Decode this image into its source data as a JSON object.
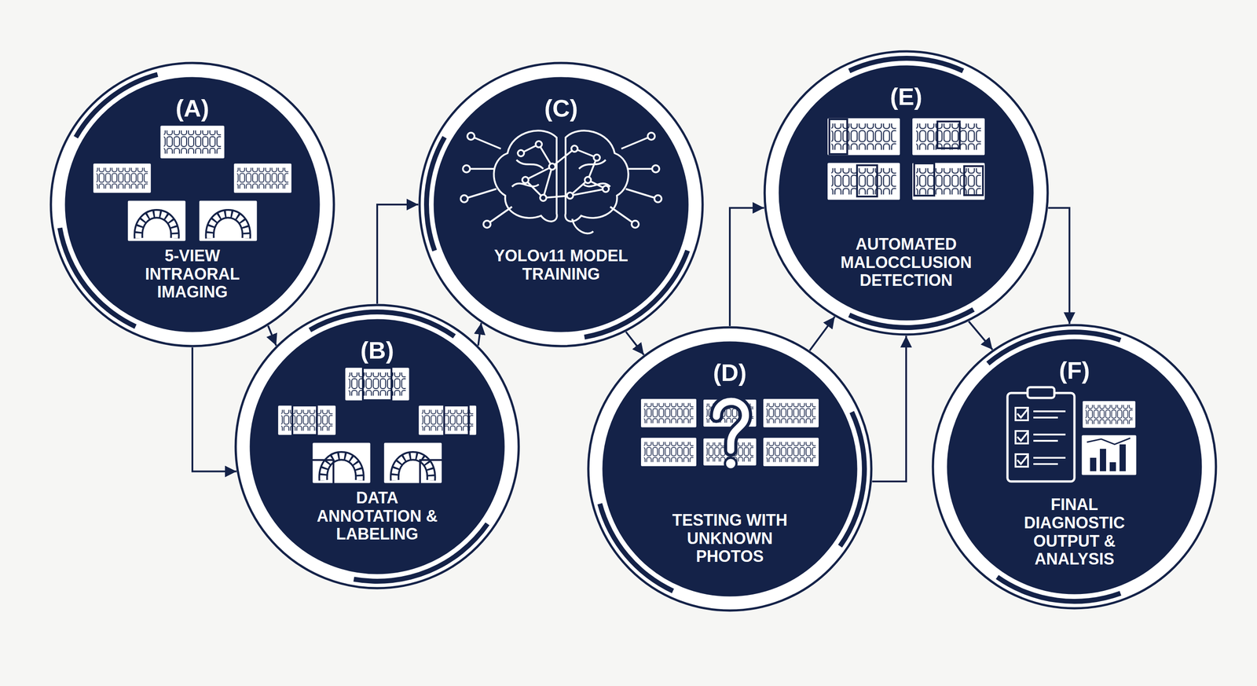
{
  "diagram": {
    "nodes": [
      {
        "text": [
          "(A)",
          "5-VIEW INTRAORAL IMAGING"
        ]
      },
      {
        "text": [
          "(B)",
          "DATA ANNOTATION & LABELING"
        ]
      },
      {
        "text": [
          "(C)",
          "YOLOv11 MODEL TRAINING"
        ]
      },
      {
        "text": [
          "(D)",
          "TESTING WITH UNKNOWN PHOTOS"
        ]
      },
      {
        "text": [
          "(E)",
          "AUTOMATED MALOCCLUSION DETECTION"
        ]
      },
      {
        "text": [
          "(F)",
          "FINAL DIAGNOSTIC OUTPUT & ANALYSIS"
        ]
      }
    ],
    "edges": [
      {
        "from": 0,
        "to": 1,
        "arrow": "to"
      },
      {
        "from": 0,
        "to": 1,
        "arrow": "to"
      },
      {
        "from": 1,
        "to": 2,
        "arrow": "to"
      },
      {
        "from": 1,
        "to": 2,
        "arrow": "to"
      },
      {
        "from": 2,
        "to": 3,
        "arrow": "to"
      },
      {
        "from": 3,
        "to": 4,
        "arrow": "to"
      },
      {
        "from": 3,
        "to": 4,
        "arrow": "to"
      },
      {
        "from": 3,
        "to": 4,
        "arrow": "to"
      },
      {
        "from": 4,
        "to": 5,
        "arrow": "to"
      },
      {
        "from": 4,
        "to": 5,
        "arrow": "to"
      }
    ]
  }
}
